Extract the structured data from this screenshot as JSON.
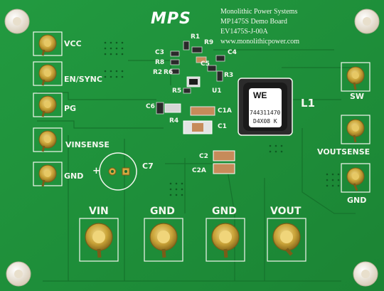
{
  "board": {
    "brand_logo": "MPS",
    "company": "Monolithic Power Systems",
    "product": "MP1475S Demo Board",
    "part_number": "EV1475S-J-00A",
    "website": "www.monolithicpower.com"
  },
  "left_terminals": [
    "VCC",
    "EN/SYNC",
    "PG",
    "VINSENSE",
    "GND"
  ],
  "right_terminals": [
    "SW",
    "VOUTSENSE",
    "GND"
  ],
  "bottom_terminals": [
    "VIN",
    "GND",
    "GND",
    "VOUT"
  ],
  "component_labels": {
    "c3": "C3",
    "r8": "R8",
    "r2": "R2",
    "r6": "R6",
    "r1": "R1",
    "r9": "R9",
    "c4": "C4",
    "c5": "C5",
    "r3": "R3",
    "r5": "R5",
    "u1": "U1",
    "c6": "C6",
    "c1a": "C1A",
    "r4": "R4",
    "c1": "C1",
    "c2": "C2",
    "c2a": "C2A",
    "c7": "C7",
    "plus": "+",
    "l1": "L1"
  },
  "inductor": {
    "brand_mark": "WE",
    "part": "744311470",
    "code": "D4X08 K"
  },
  "colors": {
    "pcb_green": "#1e8f3a",
    "silkscreen": "#f4f7ef",
    "brass": "#c9a338",
    "standoff": "#ece4d6"
  }
}
